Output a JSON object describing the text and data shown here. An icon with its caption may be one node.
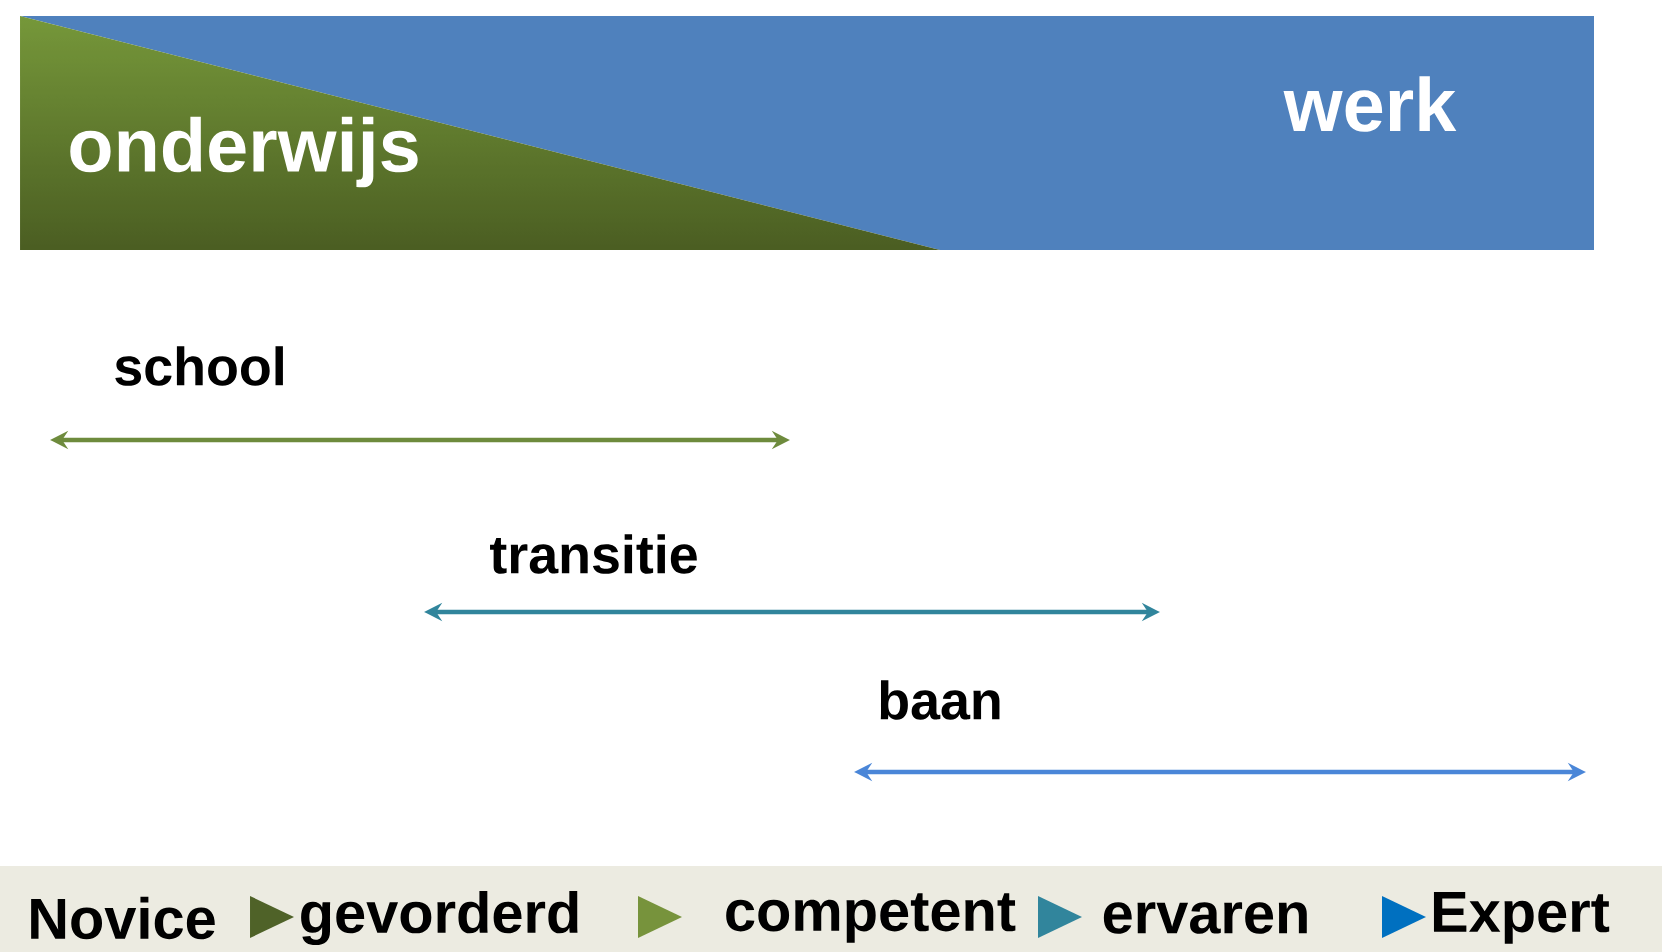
{
  "diagram": {
    "nodes": [
      {
        "text": [
          "onderwijs"
        ]
      },
      {
        "text": [
          "werk"
        ]
      },
      {
        "text": [
          "Novice",
          "gevorderd",
          "competent",
          "ervaren",
          "Expert"
        ]
      }
    ],
    "labels": [
      "school",
      "transitie",
      "baan"
    ]
  }
}
